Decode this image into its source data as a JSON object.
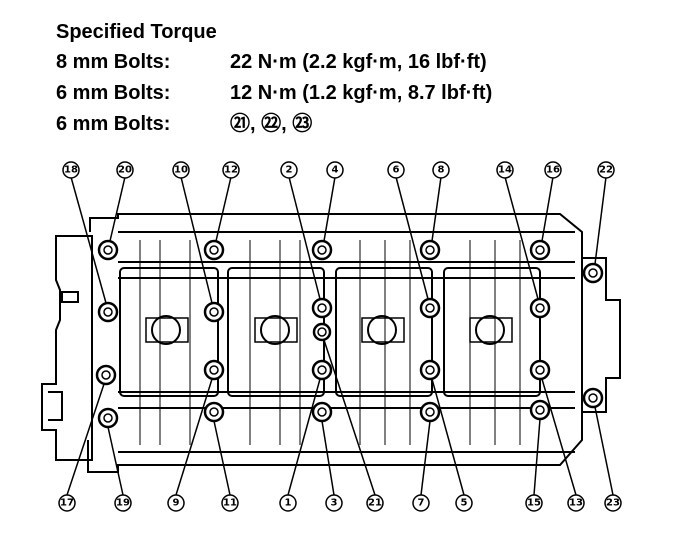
{
  "spec": {
    "title": "Specified Torque",
    "rows": [
      {
        "label": "8 mm Bolts:",
        "value": "22 N·m (2.2 kgf·m, 16 lbf·ft)"
      },
      {
        "label": "6 mm Bolts:",
        "value": "12 N·m (1.2 kgf·m, 8.7 lbf·ft)"
      },
      {
        "label": "6 mm Bolts:",
        "value": "㉑, ㉒, ㉓"
      }
    ]
  },
  "bolt_numbers": {
    "top": [
      "18",
      "20",
      "10",
      "12",
      "2",
      "4",
      "6",
      "8",
      "14",
      "16",
      "22"
    ],
    "bottom": [
      "17",
      "19",
      "9",
      "11",
      "1",
      "3",
      "21",
      "7",
      "5",
      "15",
      "13",
      "23"
    ]
  },
  "colors": {
    "line": "#000000",
    "background": "#ffffff"
  }
}
